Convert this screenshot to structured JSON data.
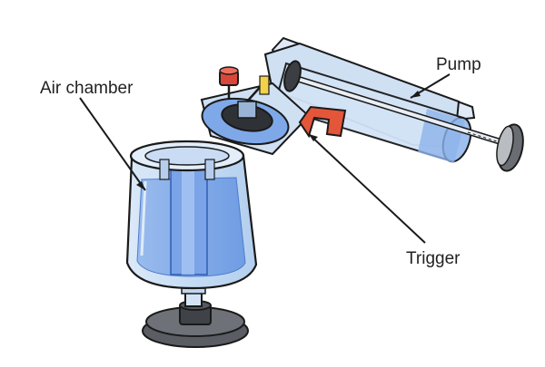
{
  "labels": {
    "air_chamber": "Air chamber",
    "pump": "Pump",
    "trigger": "Trigger"
  },
  "colors": {
    "glass_fill": "#cfe3f7",
    "water_fill": "#7fa8e8",
    "water_dark": "#5e8fe0",
    "trigger_red": "#e3563a",
    "knob_red": "#d9473a",
    "base_grey": "#5a5d63",
    "outline": "#1a1a1a",
    "body_light": "#dfeaf6"
  }
}
